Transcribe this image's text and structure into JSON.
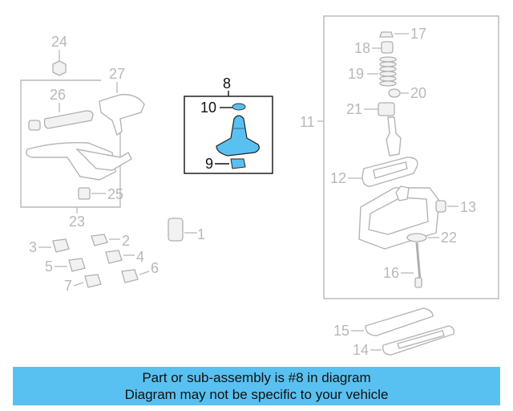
{
  "callouts": {
    "c1": "1",
    "c2": "2",
    "c3": "3",
    "c4": "4",
    "c5": "5",
    "c6": "6",
    "c7": "7",
    "c8": "8",
    "c9": "9",
    "c10": "10",
    "c11": "11",
    "c12": "12",
    "c13": "13",
    "c14": "14",
    "c15": "15",
    "c16": "16",
    "c17": "17",
    "c18": "18",
    "c19": "19",
    "c20": "20",
    "c21": "21",
    "c22": "22",
    "c23": "23",
    "c24": "24",
    "c25": "25",
    "c26": "26",
    "c27": "27"
  },
  "highlight": {
    "color": "#58c1f1",
    "part": "8"
  },
  "banner": {
    "line1": "Part or sub-assembly is #8 in diagram",
    "line2": "Diagram may not be specific to your vehicle",
    "color": "#58c1f1"
  }
}
